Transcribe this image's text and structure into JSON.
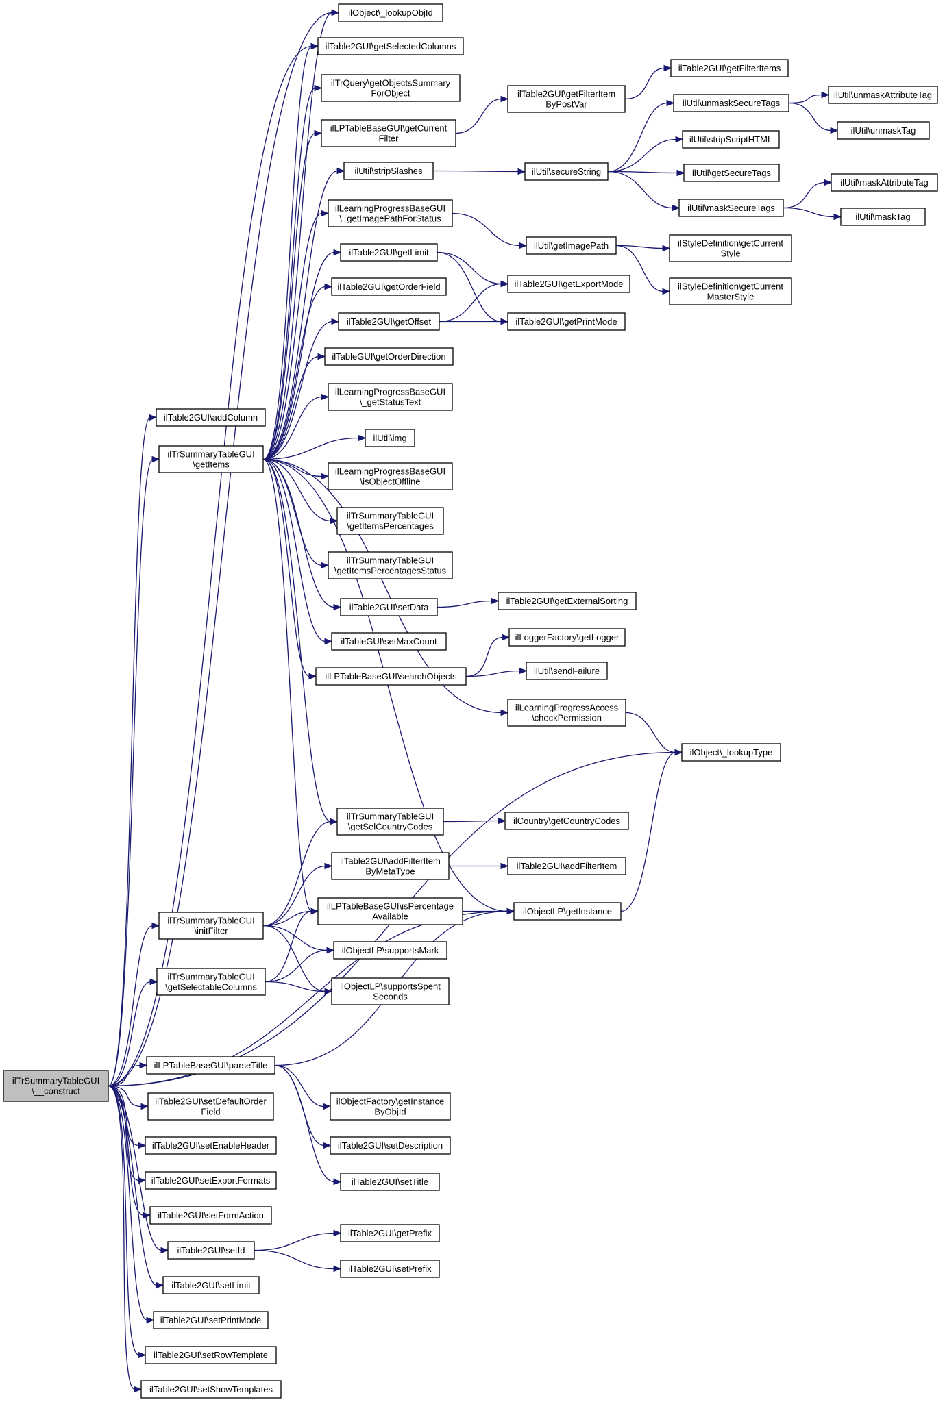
{
  "diagram": {
    "title": "",
    "node_style": {
      "fill": "#ffffff",
      "root_fill": "#bfbfbf",
      "border": "#000000",
      "edge_color": "#191970"
    },
    "nodes": [
      {
        "id": "construct",
        "lines": [
          "ilTrSummaryTableGUI",
          "\\__construct"
        ],
        "root": true
      },
      {
        "id": "lookupObjId",
        "lines": [
          "ilObject\\_lookupObjId"
        ]
      },
      {
        "id": "getSelectedColumns",
        "lines": [
          "ilTable2GUI\\getSelectedColumns"
        ]
      },
      {
        "id": "getObjectsSummary",
        "lines": [
          "ilTrQuery\\getObjectsSummary",
          "ForObject"
        ]
      },
      {
        "id": "lpGetCurrentFilter",
        "lines": [
          "ilLPTableBaseGUI\\getCurrent",
          "Filter"
        ]
      },
      {
        "id": "stripSlashes",
        "lines": [
          "ilUtil\\stripSlashes"
        ]
      },
      {
        "id": "getImagePathForStatus",
        "lines": [
          "ilLearningProgressBaseGUI",
          "\\_getImagePathForStatus"
        ]
      },
      {
        "id": "getLimit",
        "lines": [
          "ilTable2GUI\\getLimit"
        ]
      },
      {
        "id": "getOrderField",
        "lines": [
          "ilTable2GUI\\getOrderField"
        ]
      },
      {
        "id": "getOffset",
        "lines": [
          "ilTable2GUI\\getOffset"
        ]
      },
      {
        "id": "getOrderDirection",
        "lines": [
          "ilTableGUI\\getOrderDirection"
        ]
      },
      {
        "id": "getStatusText",
        "lines": [
          "ilLearningProgressBaseGUI",
          "\\_getStatusText"
        ]
      },
      {
        "id": "img",
        "lines": [
          "ilUtil\\img"
        ]
      },
      {
        "id": "isObjectOffline",
        "lines": [
          "ilLearningProgressBaseGUI",
          "\\isObjectOffline"
        ]
      },
      {
        "id": "getItemsPercentages",
        "lines": [
          "ilTrSummaryTableGUI",
          "\\getItemsPercentages"
        ]
      },
      {
        "id": "getItemsPercentagesStatus",
        "lines": [
          "ilTrSummaryTableGUI",
          "\\getItemsPercentagesStatus"
        ]
      },
      {
        "id": "setData",
        "lines": [
          "ilTable2GUI\\setData"
        ]
      },
      {
        "id": "setMaxCount",
        "lines": [
          "ilTableGUI\\setMaxCount"
        ]
      },
      {
        "id": "searchObjects",
        "lines": [
          "ilLPTableBaseGUI\\searchObjects"
        ]
      },
      {
        "id": "addColumn",
        "lines": [
          "ilTable2GUI\\addColumn"
        ]
      },
      {
        "id": "getItems",
        "lines": [
          "ilTrSummaryTableGUI",
          "\\getItems"
        ]
      },
      {
        "id": "getFilterItemByPostVar",
        "lines": [
          "ilTable2GUI\\getFilterItem",
          "ByPostVar"
        ]
      },
      {
        "id": "getFilterItems",
        "lines": [
          "ilTable2GUI\\getFilterItems"
        ]
      },
      {
        "id": "secureString",
        "lines": [
          "ilUtil\\secureString"
        ]
      },
      {
        "id": "unmaskSecureTags",
        "lines": [
          "ilUtil\\unmaskSecureTags"
        ]
      },
      {
        "id": "unmaskAttributeTag",
        "lines": [
          "ilUtil\\unmaskAttributeTag"
        ]
      },
      {
        "id": "unmaskTag",
        "lines": [
          "ilUtil\\unmaskTag"
        ]
      },
      {
        "id": "stripScriptHTML",
        "lines": [
          "ilUtil\\stripScriptHTML"
        ]
      },
      {
        "id": "getSecureTags",
        "lines": [
          "ilUtil\\getSecureTags"
        ]
      },
      {
        "id": "maskSecureTags",
        "lines": [
          "ilUtil\\maskSecureTags"
        ]
      },
      {
        "id": "maskAttributeTag",
        "lines": [
          "ilUtil\\maskAttributeTag"
        ]
      },
      {
        "id": "maskTag",
        "lines": [
          "ilUtil\\maskTag"
        ]
      },
      {
        "id": "getImagePath",
        "lines": [
          "ilUtil\\getImagePath"
        ]
      },
      {
        "id": "getCurrentStyle",
        "lines": [
          "ilStyleDefinition\\getCurrent",
          "Style"
        ]
      },
      {
        "id": "getCurrentMasterStyle",
        "lines": [
          "ilStyleDefinition\\getCurrent",
          "MasterStyle"
        ]
      },
      {
        "id": "getExportMode",
        "lines": [
          "ilTable2GUI\\getExportMode"
        ]
      },
      {
        "id": "getPrintMode",
        "lines": [
          "ilTable2GUI\\getPrintMode"
        ]
      },
      {
        "id": "getExternalSorting",
        "lines": [
          "ilTable2GUI\\getExternalSorting"
        ]
      },
      {
        "id": "getLogger",
        "lines": [
          "ilLoggerFactory\\getLogger"
        ]
      },
      {
        "id": "sendFailure",
        "lines": [
          "ilUtil\\sendFailure"
        ]
      },
      {
        "id": "checkPermission",
        "lines": [
          "ilLearningProgressAccess",
          "\\checkPermission"
        ]
      },
      {
        "id": "lookupType",
        "lines": [
          "ilObject\\_lookupType"
        ]
      },
      {
        "id": "getSelCountryCodes",
        "lines": [
          "ilTrSummaryTableGUI",
          "\\getSelCountryCodes"
        ]
      },
      {
        "id": "getCountryCodes",
        "lines": [
          "ilCountry\\getCountryCodes"
        ]
      },
      {
        "id": "addFilterItemByMetaType",
        "lines": [
          "ilTable2GUI\\addFilterItem",
          "ByMetaType"
        ]
      },
      {
        "id": "addFilterItem",
        "lines": [
          "ilTable2GUI\\addFilterItem"
        ]
      },
      {
        "id": "initFilter",
        "lines": [
          "ilTrSummaryTableGUI",
          "\\initFilter"
        ]
      },
      {
        "id": "isPercentageAvailable",
        "lines": [
          "ilLPTableBaseGUI\\isPercentage",
          "Available"
        ]
      },
      {
        "id": "objLPGetInstance",
        "lines": [
          "ilObjectLP\\getInstance"
        ]
      },
      {
        "id": "supportsMark",
        "lines": [
          "ilObjectLP\\supportsMark"
        ]
      },
      {
        "id": "getSelectableColumns",
        "lines": [
          "ilTrSummaryTableGUI",
          "\\getSelectableColumns"
        ]
      },
      {
        "id": "supportsSpentSeconds",
        "lines": [
          "ilObjectLP\\supportsSpent",
          "Seconds"
        ]
      },
      {
        "id": "parseTitle",
        "lines": [
          "ilLPTableBaseGUI\\parseTitle"
        ]
      },
      {
        "id": "getInstanceByObjId",
        "lines": [
          "ilObjectFactory\\getInstance",
          "ByObjId"
        ]
      },
      {
        "id": "setDescription",
        "lines": [
          "ilTable2GUI\\setDescription"
        ]
      },
      {
        "id": "setTitle",
        "lines": [
          "ilTable2GUI\\setTitle"
        ]
      },
      {
        "id": "setDefaultOrderField",
        "lines": [
          "ilTable2GUI\\setDefaultOrder",
          "Field"
        ]
      },
      {
        "id": "setEnableHeader",
        "lines": [
          "ilTable2GUI\\setEnableHeader"
        ]
      },
      {
        "id": "setExportFormats",
        "lines": [
          "ilTable2GUI\\setExportFormats"
        ]
      },
      {
        "id": "setFormAction",
        "lines": [
          "ilTable2GUI\\setFormAction"
        ]
      },
      {
        "id": "setId",
        "lines": [
          "ilTable2GUI\\setId"
        ]
      },
      {
        "id": "getPrefix",
        "lines": [
          "ilTable2GUI\\getPrefix"
        ]
      },
      {
        "id": "setPrefix",
        "lines": [
          "ilTable2GUI\\setPrefix"
        ]
      },
      {
        "id": "setLimit",
        "lines": [
          "ilTable2GUI\\setLimit"
        ]
      },
      {
        "id": "setPrintMode",
        "lines": [
          "ilTable2GUI\\setPrintMode"
        ]
      },
      {
        "id": "setRowTemplate",
        "lines": [
          "ilTable2GUI\\setRowTemplate"
        ]
      },
      {
        "id": "setShowTemplates",
        "lines": [
          "ilTable2GUI\\setShowTemplates"
        ]
      }
    ],
    "edges": [
      [
        "construct",
        "lookupObjId"
      ],
      [
        "construct",
        "getSelectedColumns"
      ],
      [
        "construct",
        "addColumn"
      ],
      [
        "construct",
        "getItems"
      ],
      [
        "construct",
        "initFilter"
      ],
      [
        "construct",
        "getSelectableColumns"
      ],
      [
        "construct",
        "lookupType"
      ],
      [
        "construct",
        "objLPGetInstance"
      ],
      [
        "construct",
        "parseTitle"
      ],
      [
        "construct",
        "setDefaultOrderField"
      ],
      [
        "construct",
        "setEnableHeader"
      ],
      [
        "construct",
        "setExportFormats"
      ],
      [
        "construct",
        "setFormAction"
      ],
      [
        "construct",
        "setId"
      ],
      [
        "construct",
        "setLimit"
      ],
      [
        "construct",
        "setPrintMode"
      ],
      [
        "construct",
        "setRowTemplate"
      ],
      [
        "construct",
        "setShowTemplates"
      ],
      [
        "getItems",
        "lookupObjId"
      ],
      [
        "getItems",
        "getSelectedColumns"
      ],
      [
        "getItems",
        "getObjectsSummary"
      ],
      [
        "getItems",
        "lpGetCurrentFilter"
      ],
      [
        "getItems",
        "stripSlashes"
      ],
      [
        "getItems",
        "getImagePathForStatus"
      ],
      [
        "getItems",
        "getLimit"
      ],
      [
        "getItems",
        "getOrderField"
      ],
      [
        "getItems",
        "getOffset"
      ],
      [
        "getItems",
        "getOrderDirection"
      ],
      [
        "getItems",
        "getStatusText"
      ],
      [
        "getItems",
        "img"
      ],
      [
        "getItems",
        "isObjectOffline"
      ],
      [
        "getItems",
        "getItemsPercentages"
      ],
      [
        "getItems",
        "getItemsPercentagesStatus"
      ],
      [
        "getItems",
        "setData"
      ],
      [
        "getItems",
        "setMaxCount"
      ],
      [
        "getItems",
        "searchObjects"
      ],
      [
        "getItems",
        "checkPermission"
      ],
      [
        "getItems",
        "getSelCountryCodes"
      ],
      [
        "getItems",
        "isPercentageAvailable"
      ],
      [
        "getItems",
        "objLPGetInstance"
      ],
      [
        "lpGetCurrentFilter",
        "getFilterItemByPostVar"
      ],
      [
        "getFilterItemByPostVar",
        "getFilterItems"
      ],
      [
        "stripSlashes",
        "secureString"
      ],
      [
        "secureString",
        "unmaskSecureTags"
      ],
      [
        "secureString",
        "stripScriptHTML"
      ],
      [
        "secureString",
        "getSecureTags"
      ],
      [
        "secureString",
        "maskSecureTags"
      ],
      [
        "unmaskSecureTags",
        "unmaskAttributeTag"
      ],
      [
        "unmaskSecureTags",
        "unmaskTag"
      ],
      [
        "maskSecureTags",
        "maskAttributeTag"
      ],
      [
        "maskSecureTags",
        "maskTag"
      ],
      [
        "getImagePathForStatus",
        "getImagePath"
      ],
      [
        "getImagePath",
        "getCurrentStyle"
      ],
      [
        "getImagePath",
        "getCurrentMasterStyle"
      ],
      [
        "getLimit",
        "getExportMode"
      ],
      [
        "getLimit",
        "getPrintMode"
      ],
      [
        "getOffset",
        "getExportMode"
      ],
      [
        "getOffset",
        "getPrintMode"
      ],
      [
        "setData",
        "getExternalSorting"
      ],
      [
        "searchObjects",
        "getLogger"
      ],
      [
        "searchObjects",
        "sendFailure"
      ],
      [
        "checkPermission",
        "lookupType"
      ],
      [
        "getSelCountryCodes",
        "getCountryCodes"
      ],
      [
        "addFilterItemByMetaType",
        "addFilterItem"
      ],
      [
        "isPercentageAvailable",
        "objLPGetInstance"
      ],
      [
        "objLPGetInstance",
        "lookupType"
      ],
      [
        "initFilter",
        "getSelCountryCodes"
      ],
      [
        "initFilter",
        "addFilterItemByMetaType"
      ],
      [
        "initFilter",
        "isPercentageAvailable"
      ],
      [
        "initFilter",
        "supportsMark"
      ],
      [
        "initFilter",
        "supportsSpentSeconds"
      ],
      [
        "getSelectableColumns",
        "isPercentageAvailable"
      ],
      [
        "getSelectableColumns",
        "supportsMark"
      ],
      [
        "getSelectableColumns",
        "supportsSpentSeconds"
      ],
      [
        "parseTitle",
        "objLPGetInstance"
      ],
      [
        "parseTitle",
        "getInstanceByObjId"
      ],
      [
        "parseTitle",
        "setDescription"
      ],
      [
        "parseTitle",
        "setTitle"
      ],
      [
        "setId",
        "getPrefix"
      ],
      [
        "setId",
        "setPrefix"
      ]
    ]
  }
}
